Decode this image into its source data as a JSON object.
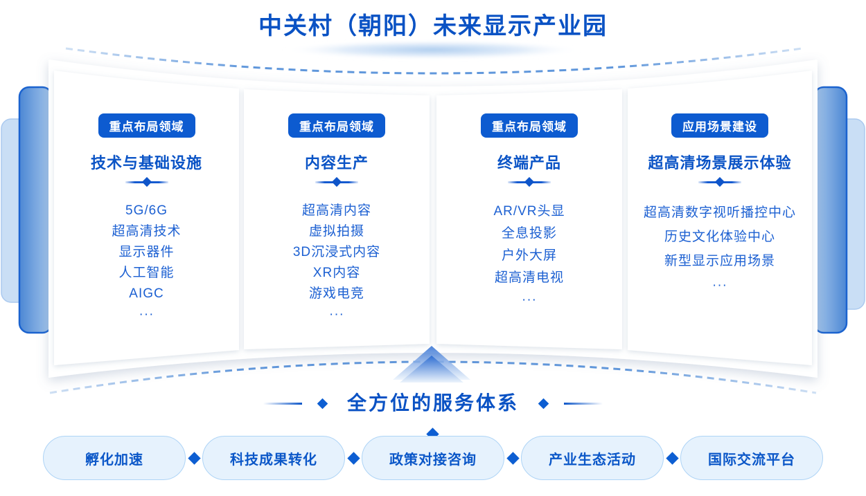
{
  "header": {
    "title": "中关村（朝阳）未来显示产业园"
  },
  "columns": [
    {
      "badge": "重点布局领域",
      "title": "技术与基础设施",
      "items": [
        "5G/6G",
        "超高清技术",
        "显示器件",
        "人工智能",
        "AIGC",
        "···"
      ]
    },
    {
      "badge": "重点布局领域",
      "title": "内容生产",
      "items": [
        "超高清内容",
        "虚拟拍摄",
        "3D沉浸式内容",
        "XR内容",
        "游戏电竞",
        "···"
      ]
    },
    {
      "badge": "重点布局领域",
      "title": "终端产品",
      "items": [
        "AR/VR头显",
        "全息投影",
        "户外大屏",
        "超高清电视",
        "···"
      ]
    },
    {
      "badge": "应用场景建设",
      "title": "超高清场景展示体验",
      "items": [
        "超高清数字视听播控中心",
        "历史文化体验中心",
        "新型显示应用场景",
        "···"
      ]
    }
  ],
  "services": {
    "heading": "全方位的服务体系",
    "pills": [
      "孵化加速",
      "科技成果转化",
      "政策对接咨询",
      "产业生态活动",
      "国际交流平台"
    ]
  },
  "colors": {
    "primary_text": "#0a52c4",
    "badge_bg": "#0d5bd0",
    "item_text": "#1c60d2",
    "pill_bg": "#e6f2fd",
    "pill_border": "#aed4f6",
    "diamond": "#0d5ed2",
    "dashed_arc": "#6097db",
    "side_panel_border": "#1b63cf",
    "side_panel_fill": "#5d94d8",
    "side_panel_back_fill": "#c9def5"
  }
}
